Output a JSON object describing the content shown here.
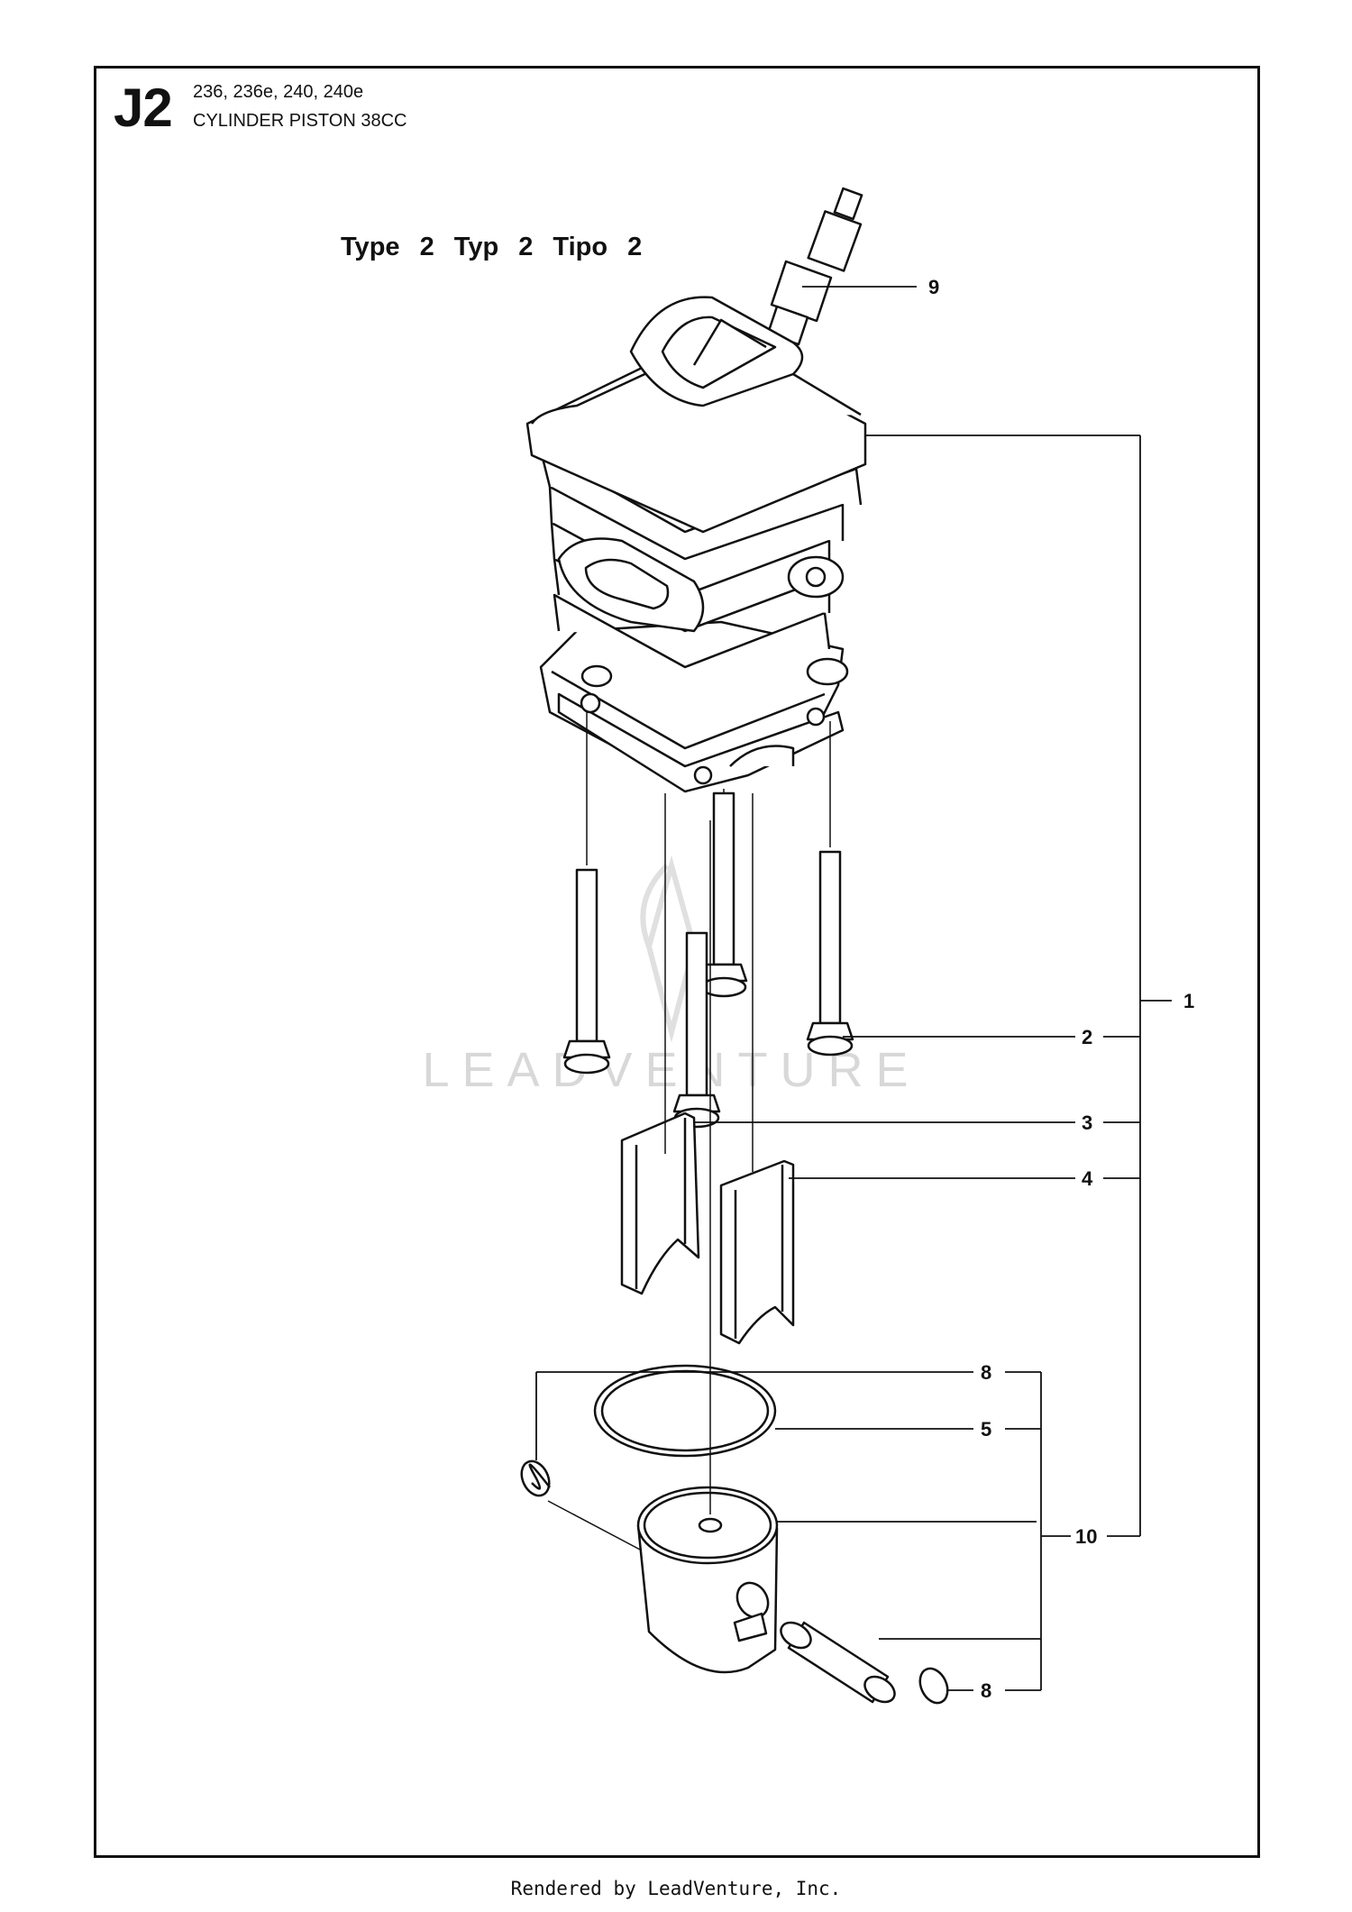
{
  "header": {
    "code": "J2",
    "models": "236, 236e, 240, 240e",
    "title": "CYLINDER PISTON 38CC"
  },
  "type_label": "Type 2   Typ 2   Tipo 2",
  "watermark": "LEADVENTURE",
  "callouts": [
    "9",
    "1",
    "2",
    "3",
    "4",
    "8",
    "5",
    "10",
    "8"
  ],
  "footer": "Rendered by LeadVenture, Inc."
}
